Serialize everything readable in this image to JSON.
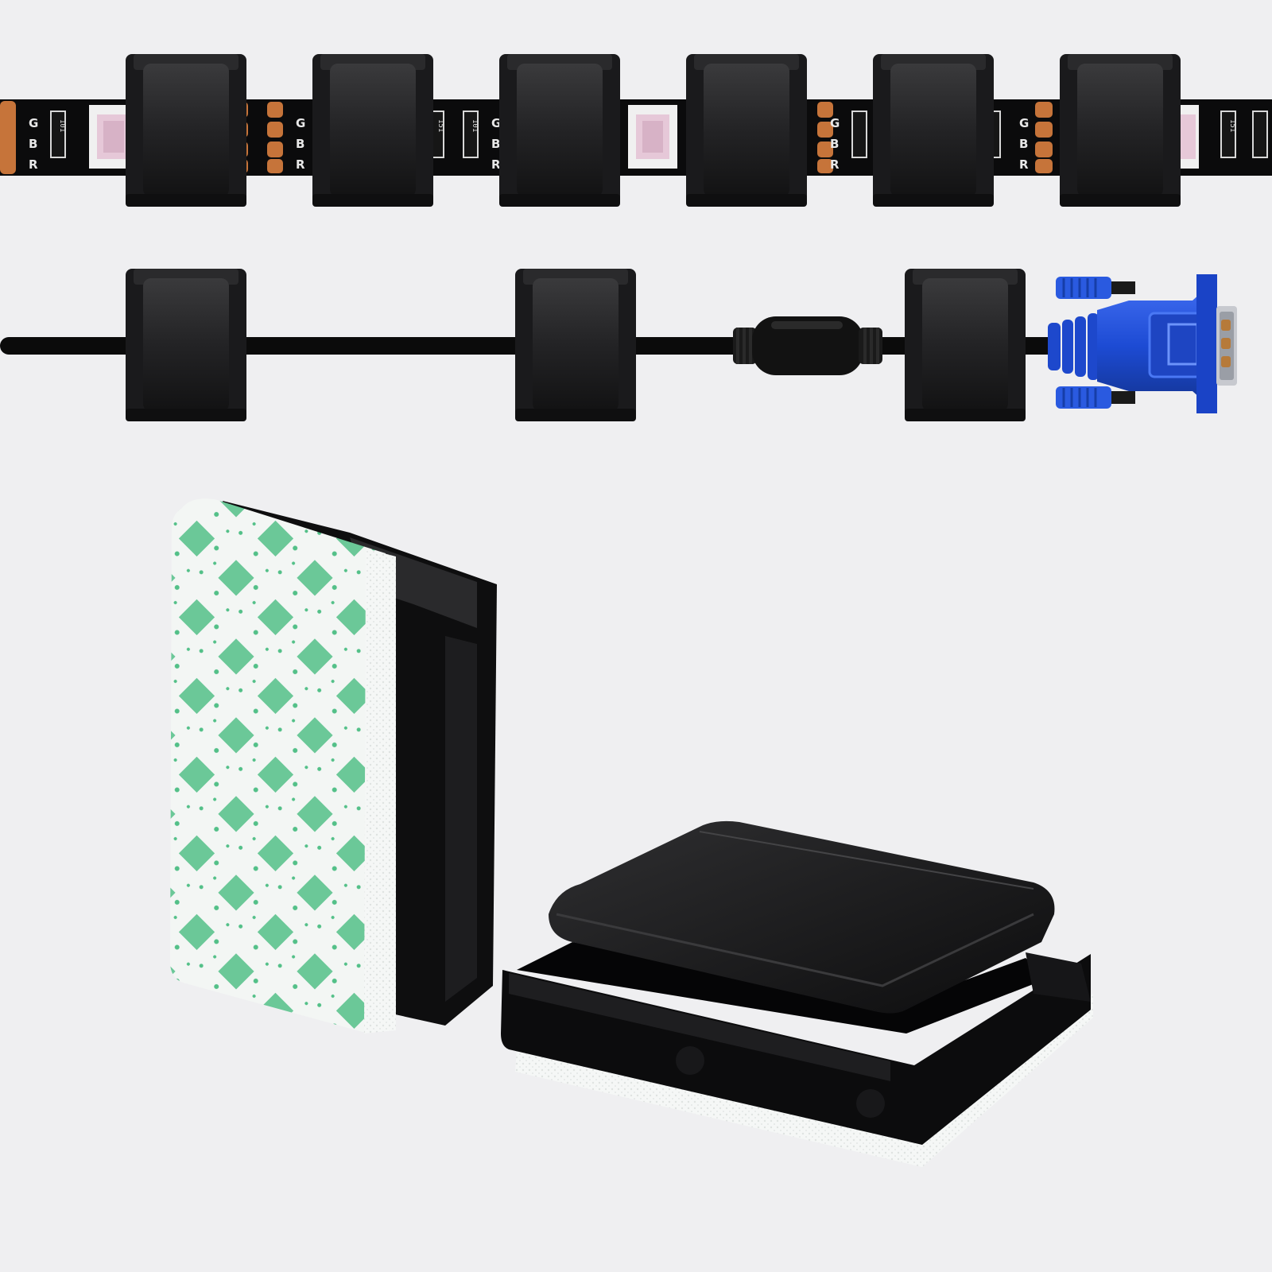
{
  "colors": {
    "background": "#efeff1",
    "strip": "#0c0c0d",
    "clip": "#1c1c1e",
    "clip_face": "#2b2b2d",
    "copper_pad": "#c6743a",
    "cable": "#0b0b0b",
    "vga_blue": "#1f4fd6",
    "adhesive_green": "#3fb879",
    "foam_white": "#f4f6f5"
  },
  "led_strip": {
    "channel_labels": [
      "G",
      "B",
      "R"
    ],
    "resistor_codes": [
      "101",
      "151",
      "101",
      "151"
    ]
  },
  "icons": [
    "cable-clip-icon",
    "led-chip-icon",
    "vga-connector-icon",
    "ferrite-bead-icon",
    "adhesive-pad-icon"
  ]
}
